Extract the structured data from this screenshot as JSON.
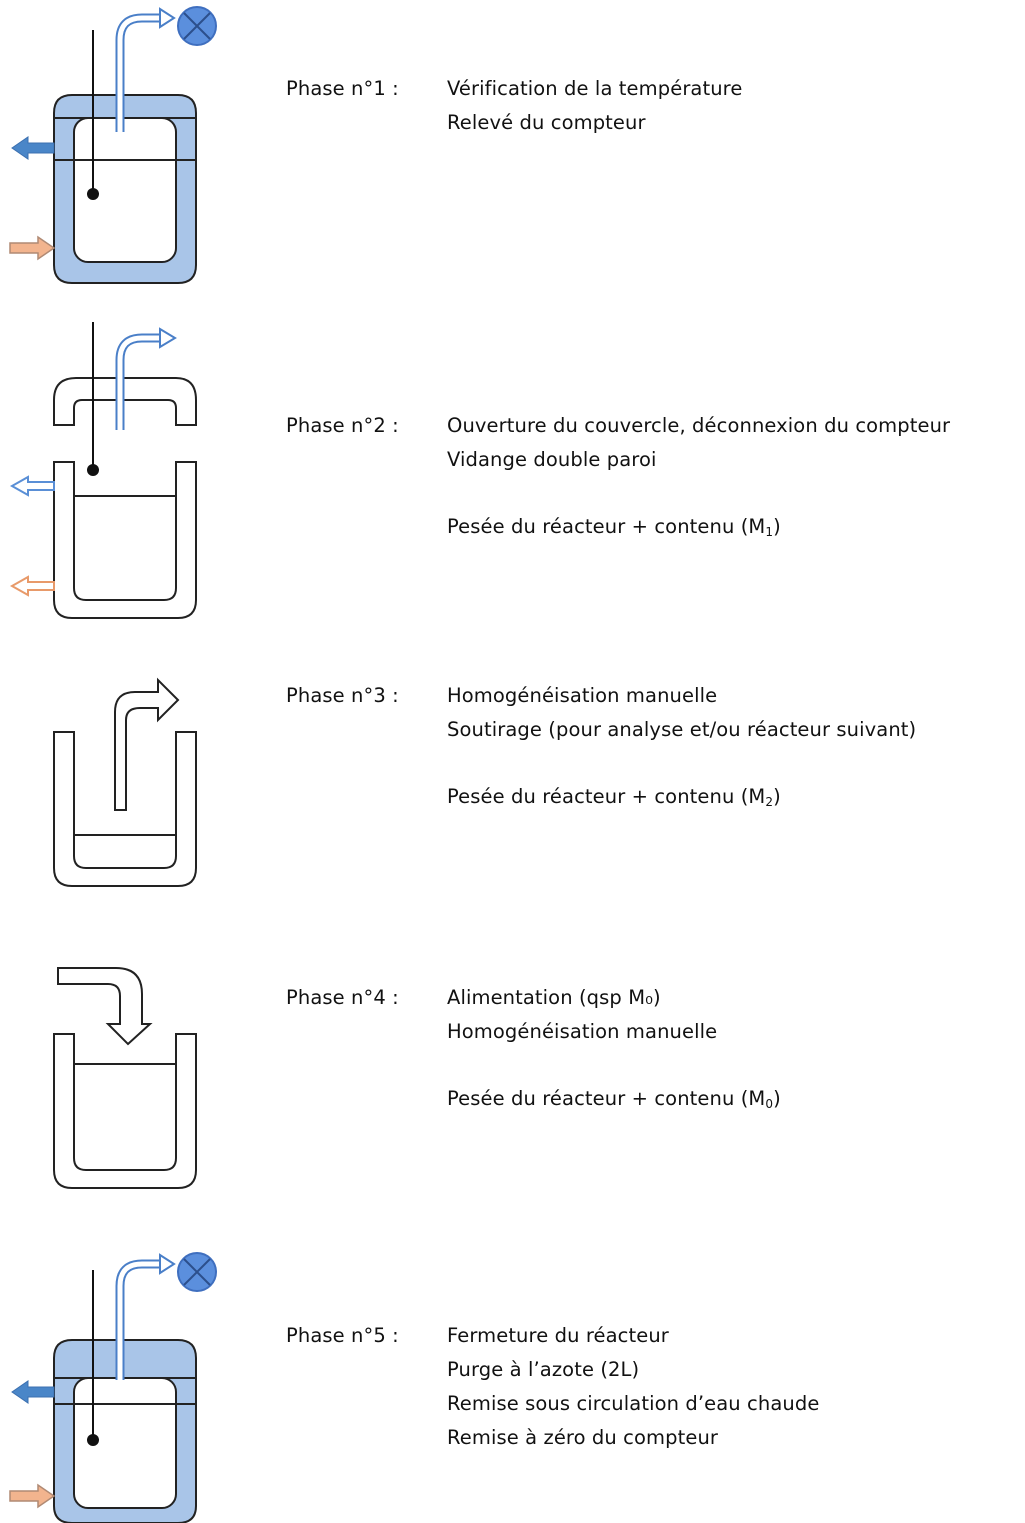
{
  "colors": {
    "jacket_fill": "#a9c5e8",
    "jacket_stroke": "#222222",
    "hot_water_out": "#4a86c8",
    "hot_water_in": "#f2b48e",
    "gas_tube": "#6f9fe0",
    "counter_fill": "#5b8fdd",
    "counter_stroke": "#3f6fbf"
  },
  "icons": [
    "gas-counter-icon",
    "probe-icon",
    "arrow-icon"
  ],
  "phases": [
    {
      "label": "Phase n°1 :",
      "lines": [
        "Vérification de la température",
        "Relevé du compteur"
      ],
      "weighing": null
    },
    {
      "label": "Phase n°2 :",
      "lines": [
        "Ouverture du couvercle, déconnexion du compteur",
        "Vidange double paroi"
      ],
      "weighing": {
        "text": "Pesée du réacteur + contenu (M",
        "sub": "1",
        "close": ")"
      }
    },
    {
      "label": "Phase n°3 :",
      "lines": [
        "Homogénéisation manuelle",
        "Soutirage (pour analyse et/ou réacteur suivant)"
      ],
      "weighing": {
        "text": "Pesée du réacteur + contenu (M",
        "sub": "2",
        "close": ")"
      }
    },
    {
      "label": "Phase n°4 :",
      "lines": [
        "Alimentation (qsp M₀)",
        "Homogénéisation manuelle"
      ],
      "weighing": {
        "text": "Pesée du réacteur + contenu (M",
        "sub": "0",
        "close": ")"
      }
    },
    {
      "label": "Phase n°5 :",
      "lines": [
        "Fermeture du réacteur",
        "Purge à l’azote (2L)",
        "Remise sous circulation d’eau chaude",
        "Remise à zéro du compteur"
      ],
      "weighing": null
    }
  ]
}
